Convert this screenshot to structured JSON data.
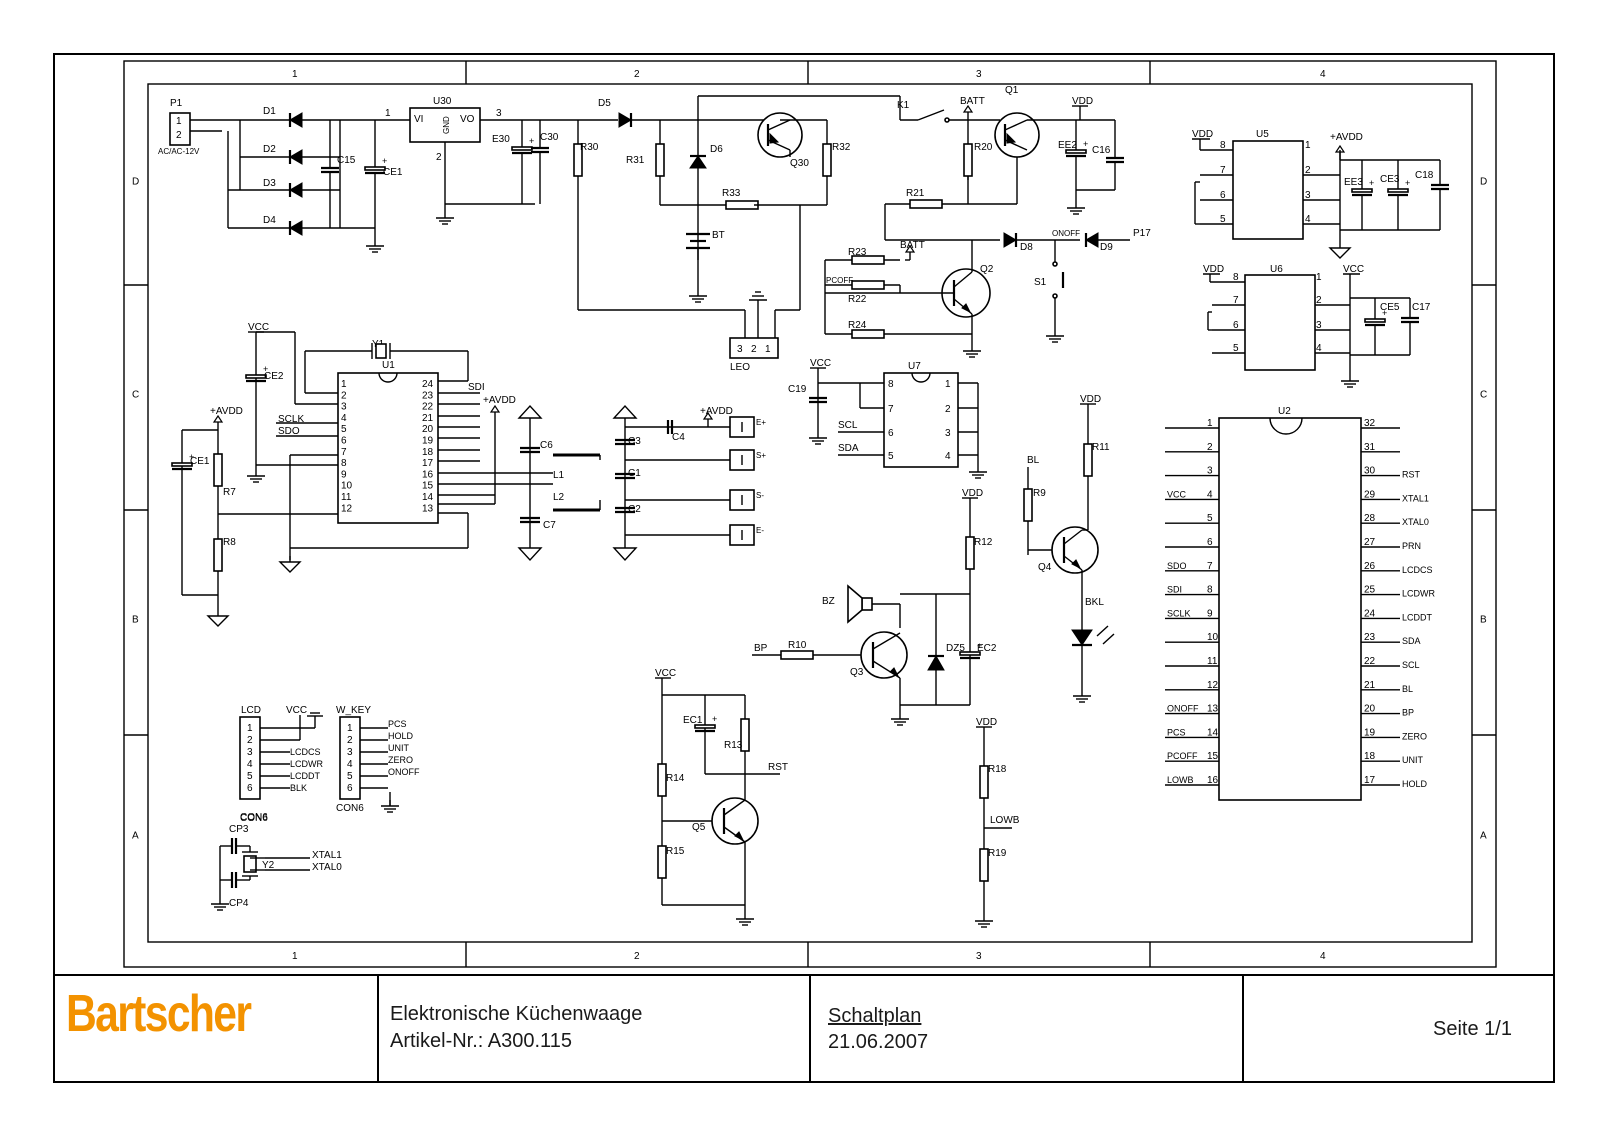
{
  "grid": {
    "columns": [
      "1",
      "2",
      "3",
      "4"
    ],
    "rows": [
      "D",
      "C",
      "B",
      "A"
    ]
  },
  "title_block": {
    "logo_text": "Bartscher",
    "description_line1": "Elektronische Küchenwaage",
    "description_line2": "Artikel-Nr.: A300.115",
    "doc_type": "Schaltplan",
    "date": "21.06.2007",
    "page": "Seite 1/1"
  },
  "colors": {
    "logo": "#f39200",
    "line": "#000000",
    "background": "#ffffff"
  },
  "components": {
    "p1": {
      "ref": "P1",
      "pins": [
        "1",
        "2"
      ],
      "label": "AC/AC-12V"
    },
    "diodes_bridge": [
      "D1",
      "D2",
      "D3",
      "D4"
    ],
    "c15": "C15",
    "ce1_top": "CE1",
    "u30": {
      "ref": "U30",
      "vi": "VI",
      "vo": "VO",
      "gnd": "GND",
      "pin1": "1",
      "pin3": "3",
      "pin2": "2"
    },
    "e30": "E30",
    "c30": "C30",
    "d5": "D5",
    "r30": "R30",
    "r31": "R31",
    "d6": "D6",
    "q30": "Q30",
    "r32": "R32",
    "r33": "R33",
    "bt": "BT",
    "leo": "LEO",
    "leo_pins": [
      "3",
      "2",
      "1"
    ],
    "k1": "K1",
    "batt": "BATT",
    "q1": "Q1",
    "vdd": "VDD",
    "ee2": "EE2",
    "c16": "C16",
    "r20": "R20",
    "r21": "R21",
    "r23": "R23",
    "r22": "R22",
    "r24": "R24",
    "pcoff": "PCOFF",
    "q2": "Q2",
    "d8": "D8",
    "d9": "D9",
    "onoff": "ONOFF",
    "p17": "P17",
    "s1": "S1",
    "u5": {
      "ref": "U5",
      "left_pins": [
        "8",
        "7",
        "6",
        "5"
      ],
      "right_pins": [
        "1",
        "2",
        "3",
        "4"
      ]
    },
    "u5_parts": {
      "avdd": "+AVDD",
      "ee3": "EE3",
      "ce3": "CE3",
      "c18": "C18"
    },
    "u6": {
      "ref": "U6",
      "left_pins": [
        "8",
        "7",
        "6",
        "5"
      ],
      "right_pins": [
        "1",
        "2",
        "3",
        "4"
      ]
    },
    "u6_parts": {
      "vcc": "VCC",
      "ce5": "CE5",
      "c17": "C17"
    },
    "u1": {
      "ref": "U1",
      "left_pins": [
        "1",
        "2",
        "3",
        "4",
        "5",
        "6",
        "7",
        "8",
        "9",
        "10",
        "11",
        "12"
      ],
      "right_pins": [
        "24",
        "23",
        "22",
        "21",
        "20",
        "19",
        "18",
        "17",
        "16",
        "15",
        "14",
        "13"
      ]
    },
    "u1_signals": {
      "sdi": "SDI",
      "sclk": "SCLK",
      "sdo": "SDO",
      "avdd": "+AVDD"
    },
    "y1": "Y1",
    "ce2": "CE2",
    "vcc": "VCC",
    "left_analog": {
      "avdd": "+AVDD",
      "ce1": "CE1",
      "r7": "R7",
      "r8": "R8"
    },
    "filter": {
      "c6": "C6",
      "l1": "L1",
      "l2": "L2",
      "c7": "C7",
      "c3": "C3",
      "c1": "C1",
      "c2": "C2",
      "c4": "C4",
      "avdd": "+AVDD"
    },
    "sensor_pins": [
      "E+",
      "S+",
      "S-",
      "E-"
    ],
    "u7": {
      "ref": "U7",
      "left_pins": [
        "8",
        "7",
        "6",
        "5"
      ],
      "right_pins": [
        "1",
        "2",
        "3",
        "4"
      ],
      "scl": "SCL",
      "sda": "SDA"
    },
    "c19": "C19",
    "backlight": {
      "vdd": "VDD",
      "r11": "R11",
      "bl": "BL",
      "r9": "R9",
      "q4": "Q4",
      "bkl": "BKL"
    },
    "buzzer": {
      "vdd": "VDD",
      "r12": "R12",
      "bz": "BZ",
      "bp": "BP",
      "r10": "R10",
      "q3": "Q3",
      "dz5": "DZ5",
      "ec2": "EC2"
    },
    "reset": {
      "vcc": "VCC",
      "ec1": "EC1",
      "r13": "R13",
      "rst": "RST",
      "r14": "R14",
      "q5": "Q5",
      "r15": "R15"
    },
    "lowbat": {
      "vdd": "VDD",
      "r18": "R18",
      "lowb": "LOWB",
      "r19": "R19"
    },
    "lcd_con": {
      "ref": "LCD",
      "vcc": "VCC",
      "pins": [
        "1",
        "2",
        "3",
        "4",
        "5",
        "6"
      ],
      "signals": [
        "",
        "",
        "LCDCS",
        "LCDWR",
        "LCDDT",
        "BLK"
      ],
      "footer": "CON6"
    },
    "key_con": {
      "ref": "W_KEY",
      "pins": [
        "1",
        "2",
        "3",
        "4",
        "5",
        "6"
      ],
      "signals": [
        "PCS",
        "HOLD",
        "UNIT",
        "ZERO",
        "ONOFF",
        ""
      ],
      "footer": "CON6"
    },
    "xtal": {
      "cp3": "CP3",
      "cp4": "CP4",
      "y2": "Y2",
      "xtal1": "XTAL1",
      "xtal0": "XTAL0"
    },
    "u2": {
      "ref": "U2",
      "left_pins": [
        "1",
        "2",
        "3",
        "4",
        "5",
        "6",
        "7",
        "8",
        "9",
        "10",
        "11",
        "12",
        "13",
        "14",
        "15",
        "16"
      ],
      "right_pins": [
        "32",
        "31",
        "30",
        "29",
        "28",
        "27",
        "26",
        "25",
        "24",
        "23",
        "22",
        "21",
        "20",
        "19",
        "18",
        "17"
      ],
      "left_signals": [
        "",
        "",
        "",
        "VCC",
        "",
        "",
        "SDO",
        "SDI",
        "SCLK",
        "",
        "",
        "",
        "ONOFF",
        "PCS",
        "PCOFF",
        "LOWB"
      ],
      "right_signals": [
        "",
        "",
        "RST",
        "XTAL1",
        "XTAL0",
        "PRN",
        "LCDCS",
        "LCDWR",
        "LCDDT",
        "SDA",
        "SCL",
        "BL",
        "BP",
        "ZERO",
        "UNIT",
        "HOLD"
      ]
    }
  }
}
